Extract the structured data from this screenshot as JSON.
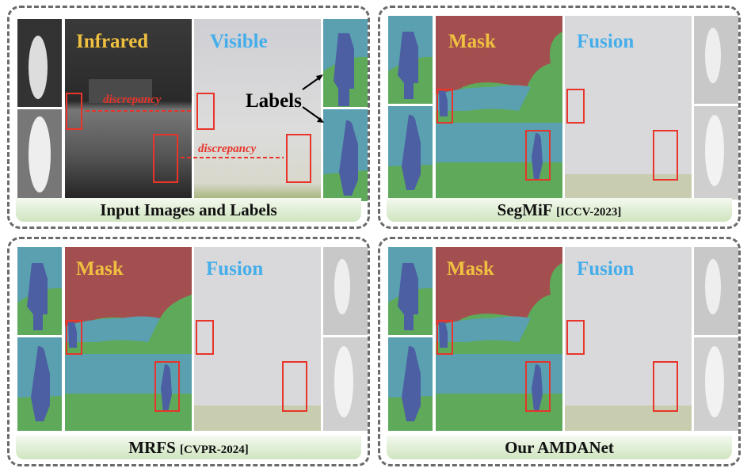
{
  "panels": [
    {
      "caption": "Input Images and Labels",
      "left_label": "Infrared",
      "right_label": "Visible",
      "annotation": "Labels",
      "discrepancy": "discrepancy"
    },
    {
      "caption": "SegMiF",
      "venue": "[ICCV-2023]",
      "left_label": "Mask",
      "right_label": "Fusion"
    },
    {
      "caption": "MRFS",
      "venue": "[CVPR-2024]",
      "left_label": "Mask",
      "right_label": "Fusion"
    },
    {
      "caption": "Our AMDANet",
      "left_label": "Mask",
      "right_label": "Fusion"
    }
  ],
  "colors": {
    "background_class": "#a44f4f",
    "sky_class": "#5aa0b0",
    "grass_class": "#5ea95a",
    "person_class": "#4d5fa3",
    "highlight": "#e8342a",
    "ir_title": "#f0c040",
    "vis_title": "#45aeea"
  }
}
